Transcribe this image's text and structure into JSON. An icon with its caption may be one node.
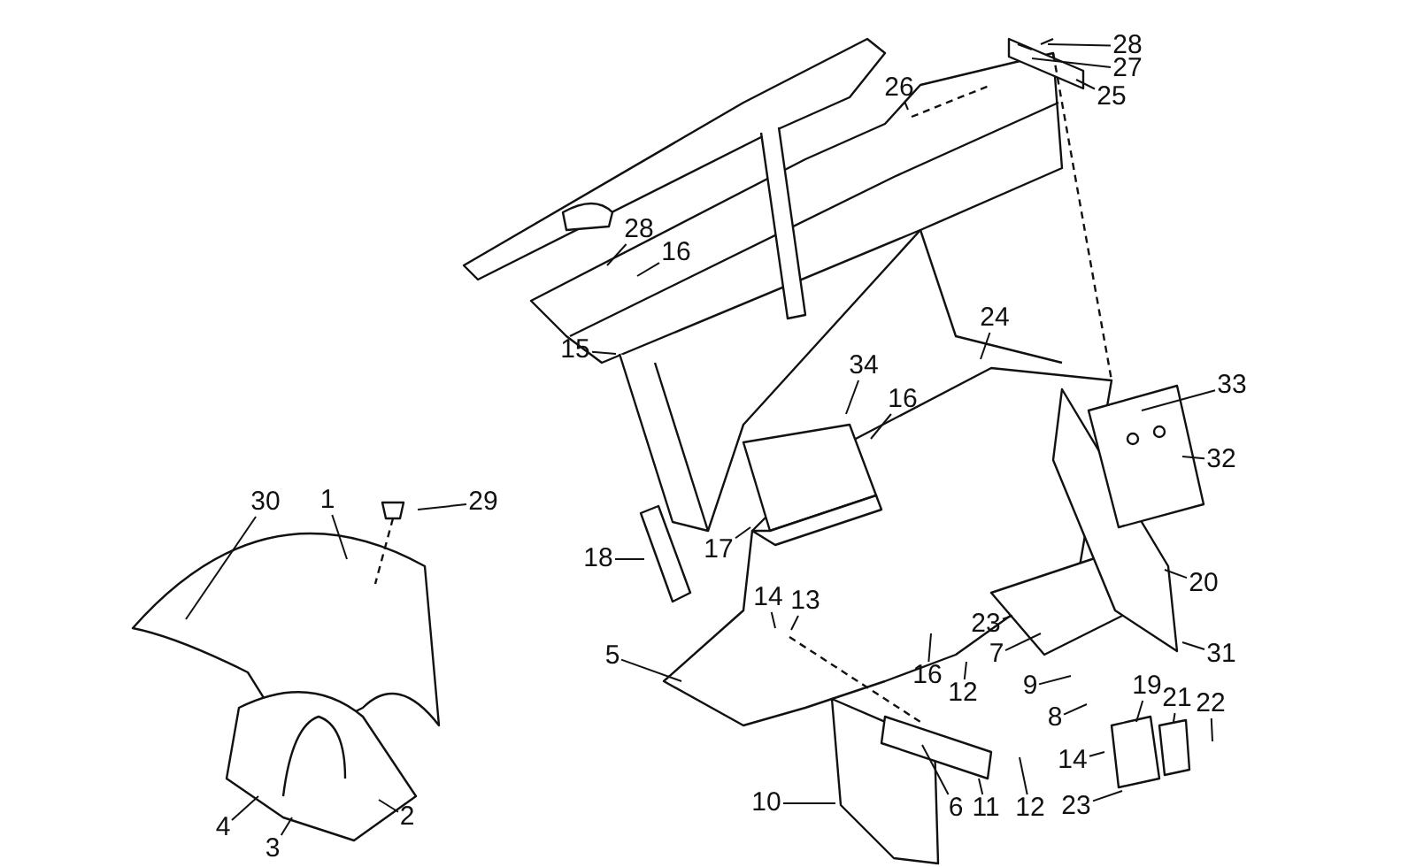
{
  "diagram": {
    "nodes": [
      {
        "text": [
          "28"
        ]
      },
      {
        "text": [
          "27"
        ]
      },
      {
        "text": [
          "26"
        ]
      },
      {
        "text": [
          "25"
        ]
      },
      {
        "text": [
          "28"
        ]
      },
      {
        "text": [
          "16"
        ]
      },
      {
        "text": [
          "15"
        ]
      },
      {
        "text": [
          "24"
        ]
      },
      {
        "text": [
          "34"
        ]
      },
      {
        "text": [
          "33"
        ]
      },
      {
        "text": [
          "16"
        ]
      },
      {
        "text": [
          "32"
        ]
      },
      {
        "text": [
          "29"
        ]
      },
      {
        "text": [
          "1"
        ]
      },
      {
        "text": [
          "30"
        ]
      },
      {
        "text": [
          "18"
        ]
      },
      {
        "text": [
          "17"
        ]
      },
      {
        "text": [
          "20"
        ]
      },
      {
        "text": [
          "14"
        ]
      },
      {
        "text": [
          "13"
        ]
      },
      {
        "text": [
          "23"
        ]
      },
      {
        "text": [
          "7"
        ]
      },
      {
        "text": [
          "31"
        ]
      },
      {
        "text": [
          "5"
        ]
      },
      {
        "text": [
          "16"
        ]
      },
      {
        "text": [
          "12"
        ]
      },
      {
        "text": [
          "9"
        ]
      },
      {
        "text": [
          "19"
        ]
      },
      {
        "text": [
          "21"
        ]
      },
      {
        "text": [
          "22"
        ]
      },
      {
        "text": [
          "8"
        ]
      },
      {
        "text": [
          "14"
        ]
      },
      {
        "text": [
          "2"
        ]
      },
      {
        "text": [
          "23"
        ]
      },
      {
        "text": [
          "10"
        ]
      },
      {
        "text": [
          "6"
        ]
      },
      {
        "text": [
          "11"
        ]
      },
      {
        "text": [
          "12"
        ]
      },
      {
        "text": [
          "4"
        ]
      },
      {
        "text": [
          "3"
        ]
      }
    ],
    "edges": [
      {
        "from": 0,
        "to": null,
        "arrow": "none"
      },
      {
        "from": 1,
        "to": null,
        "arrow": "none"
      },
      {
        "from": 2,
        "to": null,
        "arrow": "none"
      },
      {
        "from": 3,
        "to": null,
        "arrow": "none"
      },
      {
        "from": 4,
        "to": null,
        "arrow": "none"
      },
      {
        "from": 5,
        "to": null,
        "arrow": "none"
      },
      {
        "from": 6,
        "to": null,
        "arrow": "none"
      },
      {
        "from": 7,
        "to": null,
        "arrow": "none"
      },
      {
        "from": 8,
        "to": null,
        "arrow": "none"
      },
      {
        "from": 9,
        "to": null,
        "arrow": "none"
      },
      {
        "from": 10,
        "to": null,
        "arrow": "none"
      },
      {
        "from": 11,
        "to": null,
        "arrow": "none"
      },
      {
        "from": 12,
        "to": null,
        "arrow": "none"
      },
      {
        "from": 13,
        "to": null,
        "arrow": "none"
      },
      {
        "from": 14,
        "to": null,
        "arrow": "none"
      },
      {
        "from": 15,
        "to": null,
        "arrow": "none"
      },
      {
        "from": 16,
        "to": null,
        "arrow": "none"
      },
      {
        "from": 17,
        "to": null,
        "arrow": "none"
      },
      {
        "from": 18,
        "to": null,
        "arrow": "none"
      },
      {
        "from": 19,
        "to": null,
        "arrow": "none"
      },
      {
        "from": 20,
        "to": null,
        "arrow": "none"
      },
      {
        "from": 21,
        "to": null,
        "arrow": "none"
      },
      {
        "from": 22,
        "to": null,
        "arrow": "none"
      },
      {
        "from": 23,
        "to": null,
        "arrow": "none"
      },
      {
        "from": 24,
        "to": null,
        "arrow": "none"
      },
      {
        "from": 25,
        "to": null,
        "arrow": "none"
      },
      {
        "from": 26,
        "to": null,
        "arrow": "none"
      },
      {
        "from": 27,
        "to": null,
        "arrow": "none"
      },
      {
        "from": 28,
        "to": null,
        "arrow": "none"
      },
      {
        "from": 29,
        "to": null,
        "arrow": "none"
      },
      {
        "from": 30,
        "to": null,
        "arrow": "none"
      },
      {
        "from": 31,
        "to": null,
        "arrow": "none"
      },
      {
        "from": 32,
        "to": null,
        "arrow": "none"
      },
      {
        "from": 33,
        "to": null,
        "arrow": "none"
      },
      {
        "from": 34,
        "to": null,
        "arrow": "none"
      },
      {
        "from": 35,
        "to": null,
        "arrow": "none"
      },
      {
        "from": 36,
        "to": null,
        "arrow": "none"
      },
      {
        "from": 37,
        "to": null,
        "arrow": "none"
      },
      {
        "from": 38,
        "to": null,
        "arrow": "none"
      },
      {
        "from": 39,
        "to": null,
        "arrow": "none"
      }
    ]
  }
}
